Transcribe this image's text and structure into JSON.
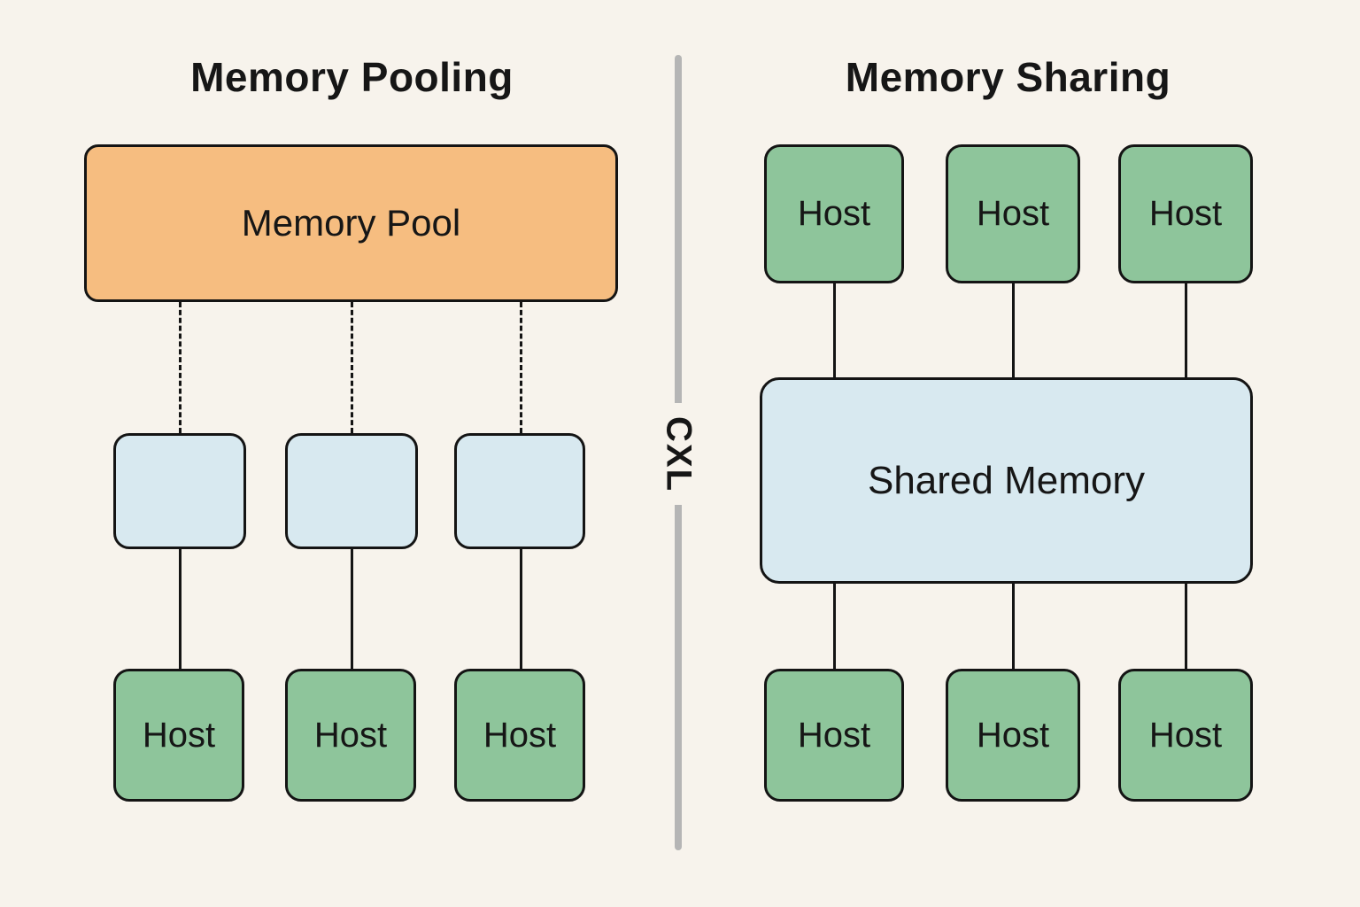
{
  "diagram": {
    "kind": "comparison-diagram",
    "topic": "CXL memory architectures"
  },
  "colors": {
    "background": "#f7f3ec",
    "memory_pool_fill": "#f6bd80",
    "host_fill": "#8ec59b",
    "shared_memory_fill": "#d8e9f0",
    "border": "#141414",
    "divider": "#b5b5b5",
    "text": "#161616"
  },
  "left": {
    "title": "Memory Pooling",
    "pool_label": "Memory Pool",
    "device_boxes": [
      "",
      "",
      ""
    ],
    "hosts": [
      {
        "label": "Host"
      },
      {
        "label": "Host"
      },
      {
        "label": "Host"
      }
    ]
  },
  "divider": {
    "label": "CXL"
  },
  "right": {
    "title": "Memory Sharing",
    "shared_label": "Shared Memory",
    "top_hosts": [
      {
        "label": "Host"
      },
      {
        "label": "Host"
      },
      {
        "label": "Host"
      }
    ],
    "bottom_hosts": [
      {
        "label": "Host"
      },
      {
        "label": "Host"
      },
      {
        "label": "Host"
      }
    ]
  }
}
